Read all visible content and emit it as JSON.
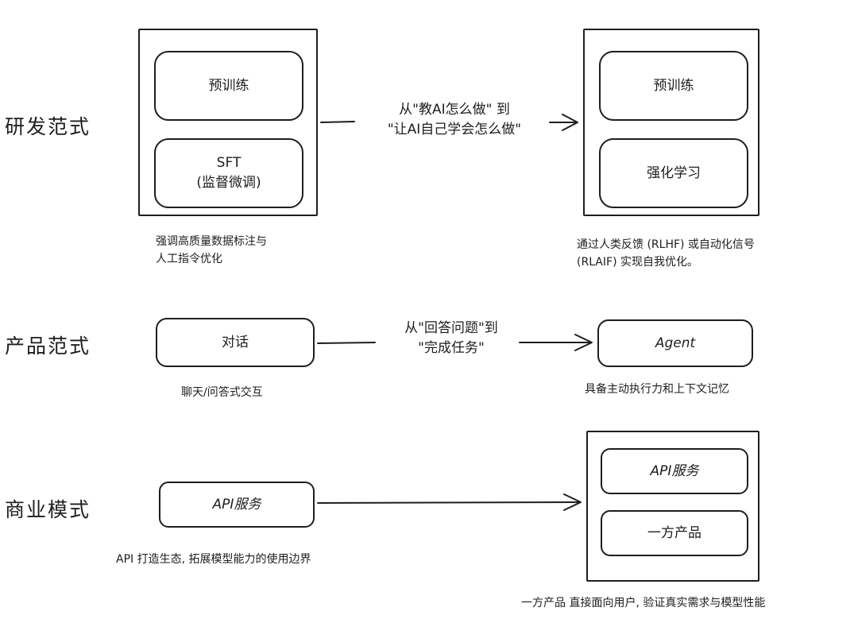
{
  "rows": {
    "rnd": {
      "label": "研发范式",
      "left_nodes": [
        "预训练",
        "SFT",
        "(监督微调)"
      ],
      "right_nodes": [
        "预训练",
        "强化学习"
      ],
      "transition": [
        "从\"教AI怎么做\" 到",
        "\"让AI自己学会怎么做\""
      ],
      "left_caption": [
        "强调高质量数据标注与",
        "人工指令优化"
      ],
      "right_caption": [
        "通过人类反馈 (RLHF) 或自动化信号",
        "(RLAIF) 实现自我优化。"
      ]
    },
    "product": {
      "label": "产品范式",
      "left_node": "对话",
      "right_node": "Agent",
      "transition": [
        "从\"回答问题\"到",
        "\"完成任务\""
      ],
      "left_caption": "聊天/问答式交互",
      "right_caption": "具备主动执行力和上下文记忆"
    },
    "business": {
      "label": "商业模式",
      "left_node": "API服务",
      "right_nodes": [
        "API服务",
        "一方产品"
      ],
      "left_caption": "API 打造生态, 拓展模型能力的使用边界",
      "right_caption": "一方产品 直接面向用户, 验证真实需求与模型性能"
    }
  },
  "icons": {
    "arrow_head": "open-arrowhead"
  }
}
